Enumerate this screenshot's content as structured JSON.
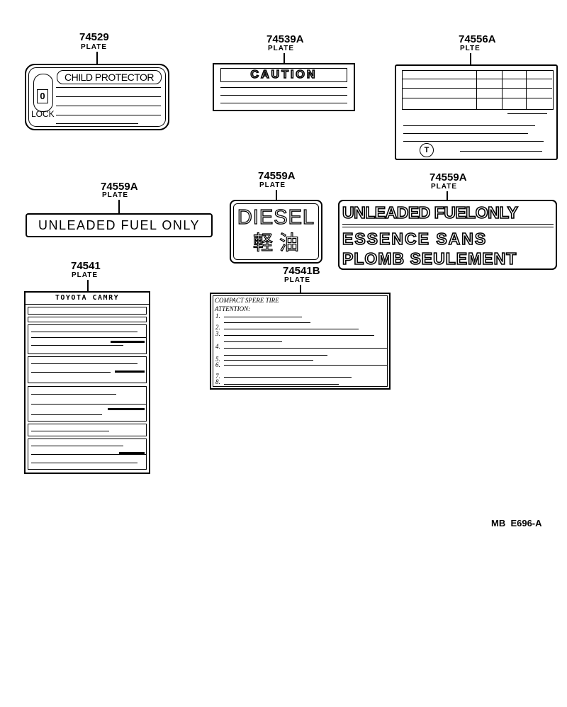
{
  "parts": {
    "child_protector": {
      "number": "74529",
      "name": "PLATE",
      "title": "CHILD PROTECTOR",
      "lock_label": "LOCK",
      "knob_label": "0"
    },
    "caution": {
      "number": "74539A",
      "name": "PLATE",
      "title": "CAUTION"
    },
    "table_plate": {
      "number": "74556A",
      "name": "PLTE"
    },
    "unleaded_small": {
      "number": "74559A",
      "name": "PLATE",
      "text": "UNLEADED FUEL ONLY"
    },
    "diesel": {
      "number": "74559A",
      "name": "PLATE",
      "text": "DIESEL",
      "kanji": "軽 油"
    },
    "unleaded_large": {
      "number": "74559A",
      "name": "PLATE",
      "line1": "UNLEADED FUELONLY",
      "line2": "ESSENCE SANS",
      "line3": "PLOMB SEULEMENT"
    },
    "toyota_camry": {
      "number": "74541",
      "name": "PLATE",
      "title": "TOYOTA CAMRY"
    },
    "compact_spare": {
      "number": "74541B",
      "name": "PLATE",
      "title": "COMPACT SPERE TIRE",
      "subtitle": "ATTENTION:",
      "items": [
        "1.",
        "2.",
        "3.",
        "4.",
        "5.",
        "6.",
        "7.",
        "8."
      ]
    }
  },
  "footer": {
    "code": "MB  E696-A"
  }
}
